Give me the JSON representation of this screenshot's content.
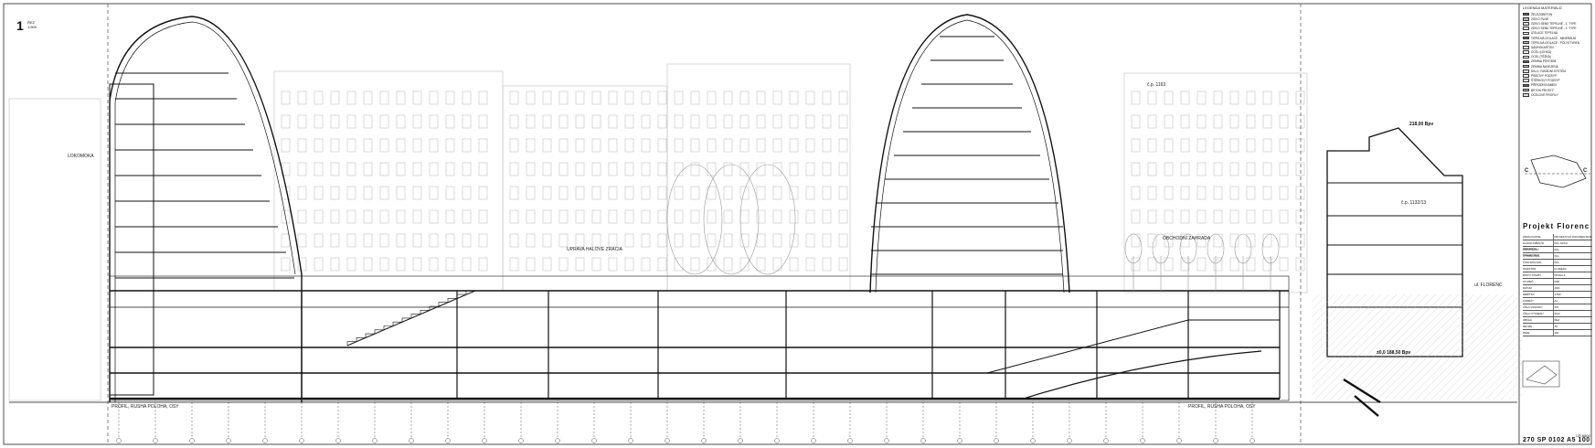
{
  "sheet": {
    "number": "1",
    "scale_top": "ŘEZ",
    "scale_bottom": "1:500",
    "project_title": "Projekt Florenc",
    "sheet_code": "270 SP 0102 A5 100",
    "sheet_code_small": "CR.6800"
  },
  "levels": {
    "top_right_section": "218,00 Bpv",
    "bottom_right_section": "±0,0 188,50 Bpv"
  },
  "labels": {
    "left_existing": "LOKOMOKA",
    "center_street": "UPRAVA HALOVÉ ZRACIA",
    "right_building": "OBCHODNI ZAHRADA",
    "right_top": "č.p. 1163",
    "right_mid": "č.p. 1132/13",
    "right_street": "ul. FLORENC",
    "ground_left": "PROFIL, RUSHA POLOHA, OSY",
    "ground_right": "PROFIL, RUSHA POLOHA, OSY"
  },
  "legend": {
    "title": "LEGENDA MATERIÁLŮ",
    "items": [
      "ŽELEZOBETON",
      "ZDIVO PLNÉ",
      "ZDIVO SEND TEPELNÉ - 1. TYPE",
      "ZDIVO SEND TEPELNÉ - 2. TYPE",
      "IZOLACE TEPELNÁ",
      "TEPELNÁ IZOLACE - MINERÁLNÍ",
      "TEPELNÁ IZOLACE - POLYSTYREN",
      "SÁDROKARTON",
      "OCEL (LEHKÁ)",
      "OCEL (TĚŽKÁ)",
      "ZEMINA PŮVODNÍ",
      "ZEMINA NAVEZENÁ",
      "SKLO, FASÁDNÍ SYSTÉM",
      "PÍSKOVÝ PODSYP",
      "ŠTĚRKOVÝ PODSYP",
      "PŘÍRODNÍ KÁMEN",
      "BETON PROSTÝ",
      "OCELOVÉ PROFILY"
    ]
  },
  "title_block": {
    "rows": [
      [
        "ZPRACOVATEL",
        "PROJEKTOVÁ DOKUMENTACE"
      ],
      [
        "HLAVNÍ INŽENÝR PROJEKTU",
        "ING. ARCH."
      ],
      [
        "ODPOVĚDNÝ PROJEKTANT",
        "ING."
      ],
      [
        "VYPRACOVAL",
        "ING."
      ],
      [
        "KONTROLOVAL",
        "ING."
      ],
      [
        "INVESTOR",
        "FLORENC"
      ],
      [
        "MÍSTO STAVBY",
        "PRAHA 8"
      ],
      [
        "STUPEŇ",
        "DSP"
      ],
      [
        "DATUM",
        "2021"
      ],
      [
        "MĚŘÍTKO",
        "1:500"
      ],
      [
        "FORMÁT",
        "A1"
      ],
      [
        "ČÍSLO ZAKÁZKY",
        "270"
      ],
      [
        "ČÍSLO VÝKRESU",
        "0102"
      ],
      [
        "OBSAH",
        "ŘEZ"
      ],
      [
        "REVIZE",
        "A5"
      ],
      [
        "PARE",
        "100"
      ]
    ]
  },
  "key_plan": {
    "letters": [
      "C",
      "C"
    ]
  },
  "colors": {
    "ink": "#111111",
    "light": "#9a9a9a",
    "grid": "#555555"
  }
}
